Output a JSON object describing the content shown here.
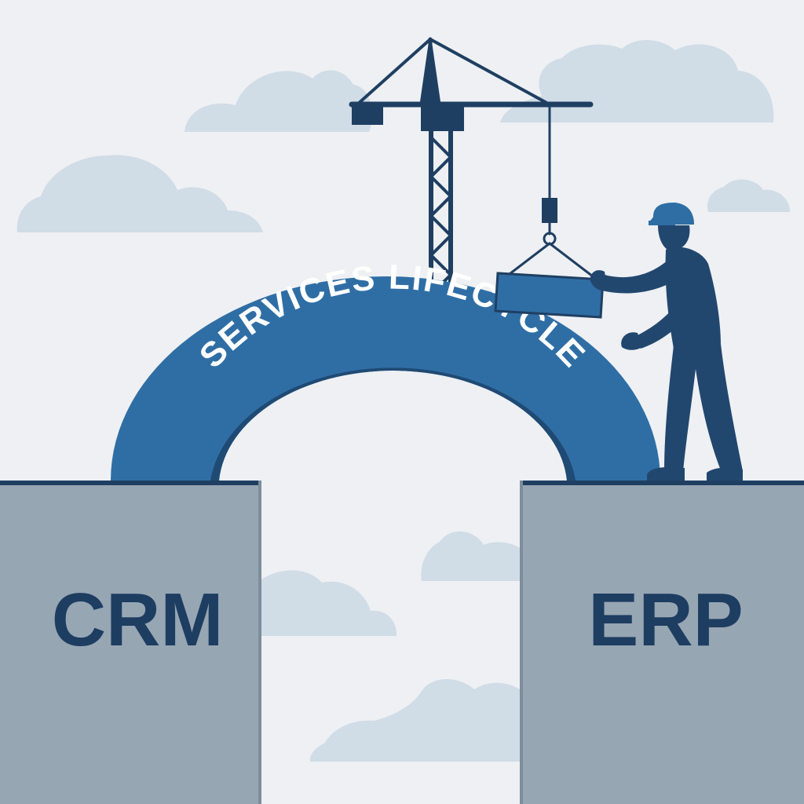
{
  "scene": {
    "left_pillar_label": "CRM",
    "right_pillar_label": "ERP",
    "arch_label": "SERVICES LIFECYCLE"
  },
  "colors": {
    "sky": "#eef0f3",
    "cloud": "#d0dce6",
    "pillar": "#97a6b3",
    "pillar_edge": "#1f3f62",
    "pillar_text": "#1d3d61",
    "arch": "#2f6ea5",
    "arch_text": "#ffffff",
    "crane": "#1f3f62",
    "worker": "#22476f",
    "block": "#2f6ea5"
  },
  "icons": [
    "cloud-icon",
    "crane-icon",
    "worker-icon",
    "block-icon"
  ]
}
